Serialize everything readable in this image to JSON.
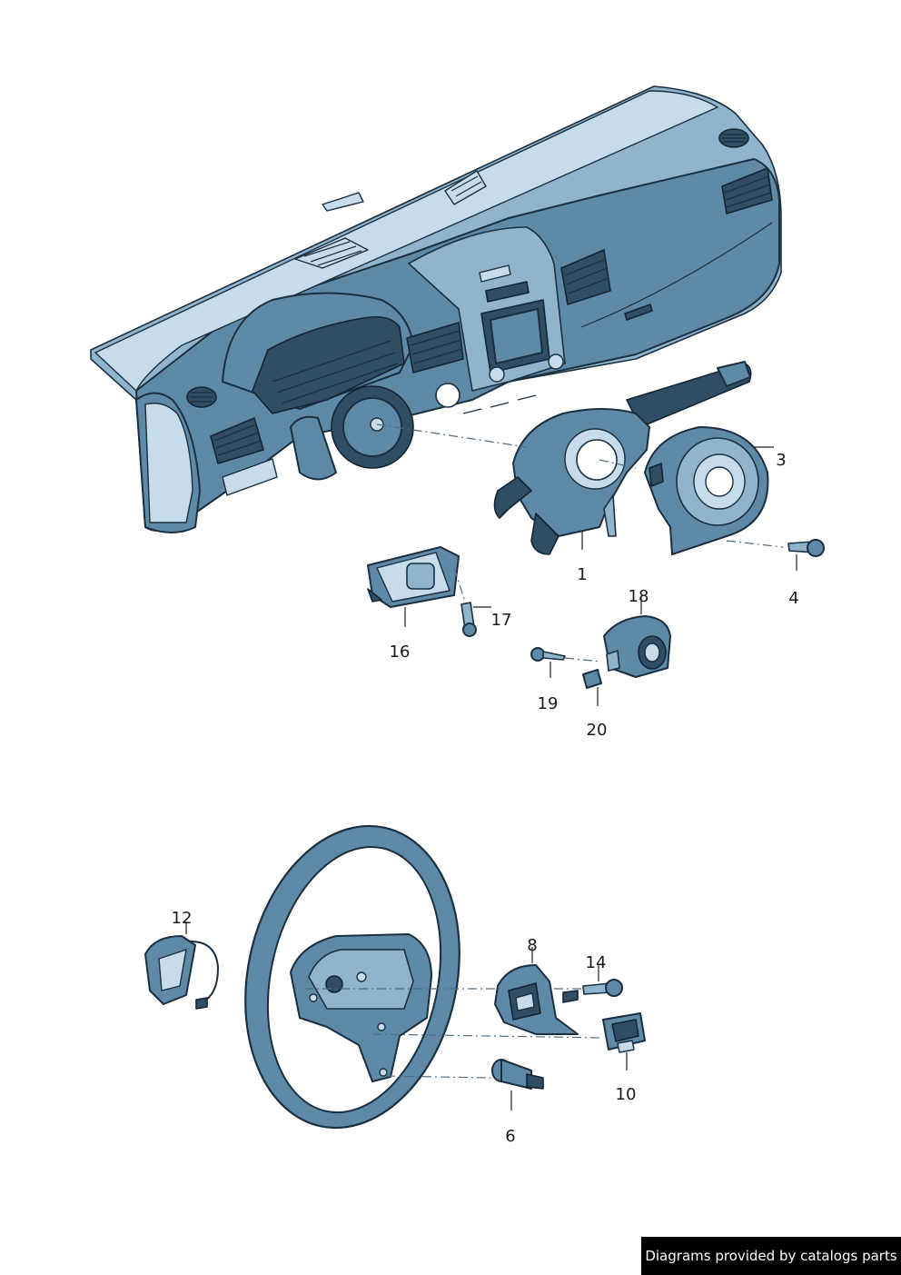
{
  "parts": {
    "p1": "1",
    "p3": "3",
    "p4": "4",
    "p6": "6",
    "p8": "8",
    "p10": "10",
    "p12": "12",
    "p14": "14",
    "p16": "16",
    "p17": "17",
    "p18": "18",
    "p19": "19",
    "p20": "20"
  },
  "footer": {
    "text": "Diagrams provided by catalogs parts"
  },
  "colors": {
    "part_fill": "#5e8aa8",
    "part_outline": "#1a2f3f",
    "footer_bg": "#000000"
  }
}
